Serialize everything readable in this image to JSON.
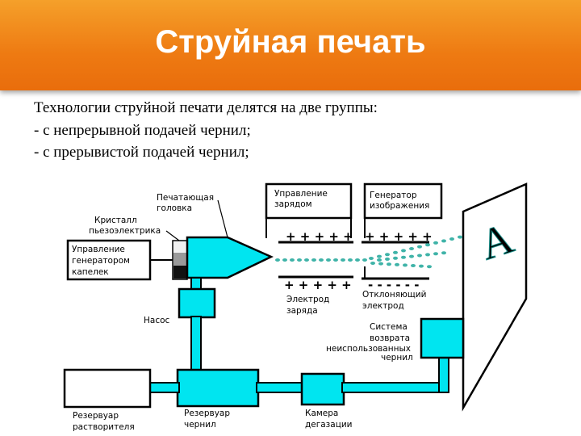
{
  "title": "Струйная печать",
  "intro": {
    "line1": "Технологии струйной печати делятся на две группы:",
    "line2": "- с непрерывной подачей чернил;",
    "line3": "- с прерывистой подачей чернил;"
  },
  "diagram": {
    "print_head": [
      "Печатающая",
      "головка"
    ],
    "crystal": [
      "Кристалл",
      "пьезоэлектрика"
    ],
    "drop_gen_control": [
      "Управление",
      "генератором",
      "капелек"
    ],
    "charge_control": [
      "Управление",
      "зарядом"
    ],
    "image_generator": [
      "Генератор",
      "изображения"
    ],
    "charge_electrode": [
      "Электрод",
      "заряда"
    ],
    "deflect_electrode": [
      "Отклоняющий",
      "электрод"
    ],
    "pump": "Насос",
    "return_system": [
      "Система",
      "возврата",
      "неиспользованных",
      "чернил"
    ],
    "solvent_reservoir": [
      "Резервуар",
      "растворителя"
    ],
    "ink_reservoir": [
      "Резервуар",
      "чернил"
    ],
    "degassing": [
      "Камера",
      "дегазации"
    ],
    "plus_signs_upper_left": "+ + + + +",
    "plus_signs_upper_right": "+ + + + +",
    "plus_signs_lower": "+ + + + +",
    "minus_signs": "- - - - - -",
    "screen_letter": "A",
    "colors": {
      "fluid": "#00e5f0",
      "outline": "#000000",
      "drop": "#3fb3a8",
      "letter": "#2db7b0"
    }
  }
}
